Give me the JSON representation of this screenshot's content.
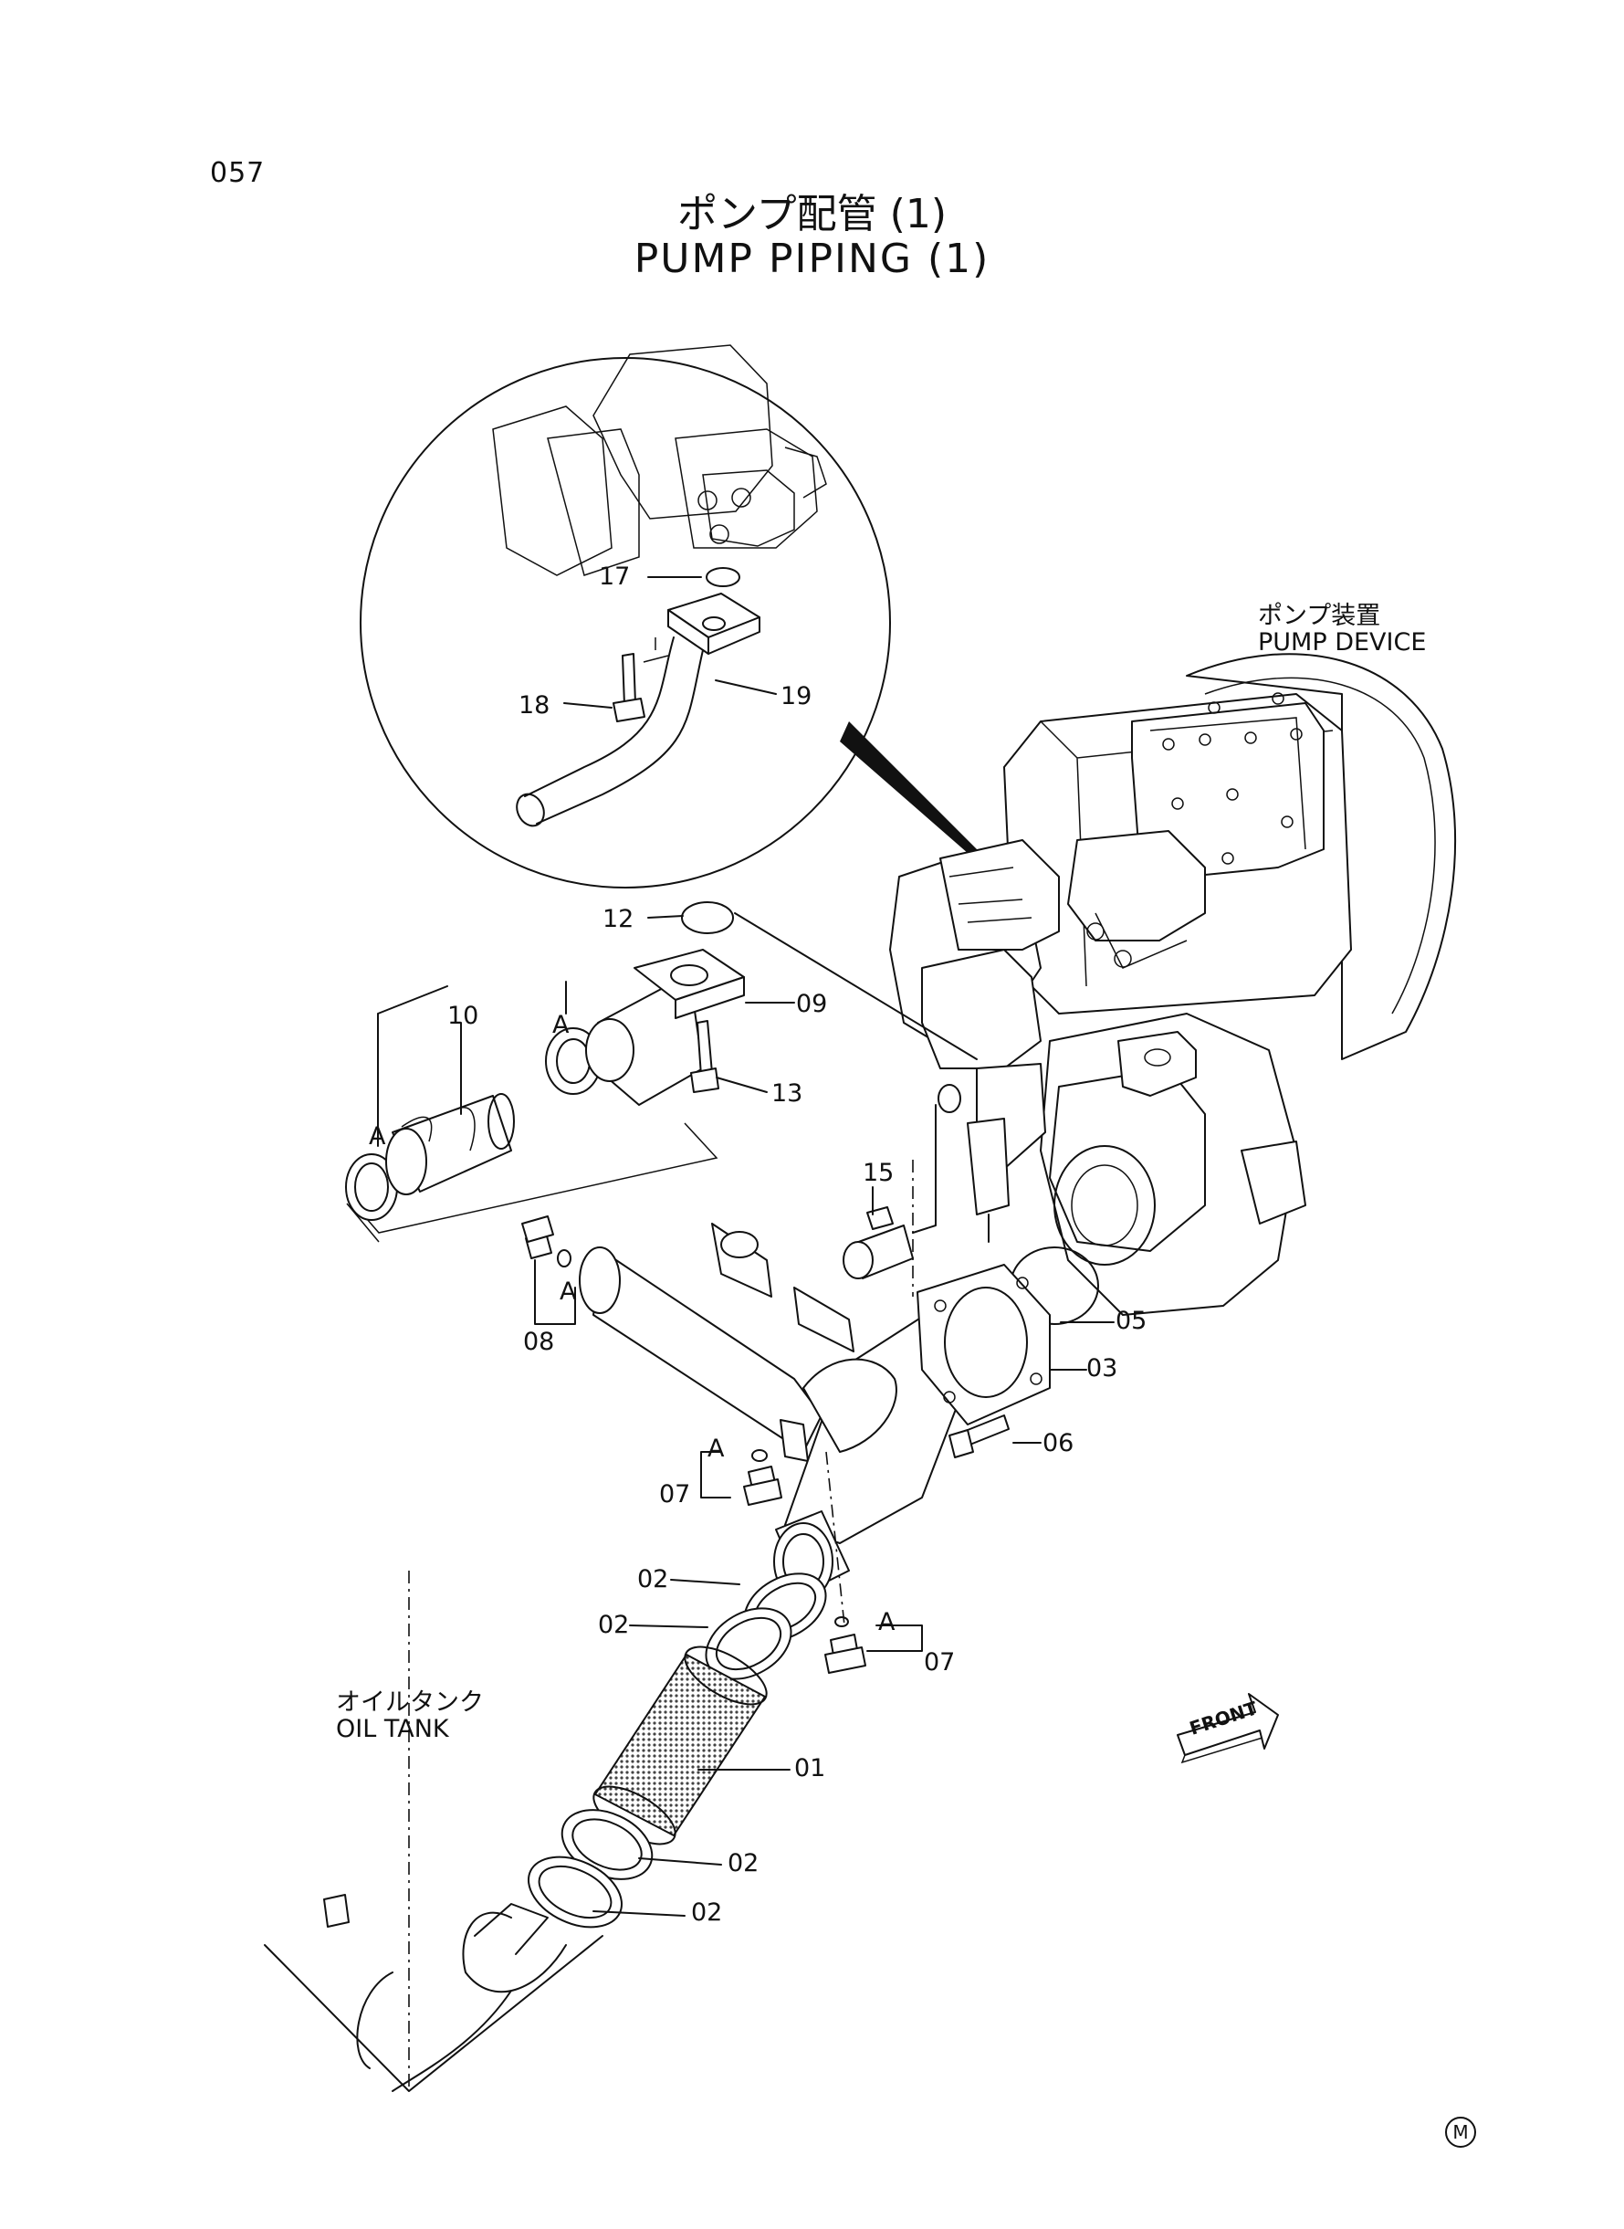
{
  "page_number": "057",
  "title_jp": "ポンプ配管 (1)",
  "title_en": "PUMP PIPING (1)",
  "labels": {
    "pump_device_jp": "ポンプ装置",
    "pump_device_en": "PUMP DEVICE",
    "oil_tank_jp": "オイルタンク",
    "oil_tank_en": "OIL TANK",
    "front": "FRONT",
    "corner_mark": "M"
  },
  "callouts": [
    {
      "id": "c17",
      "text": "17"
    },
    {
      "id": "c18",
      "text": "18"
    },
    {
      "id": "c19",
      "text": "19"
    },
    {
      "id": "c12",
      "text": "12"
    },
    {
      "id": "c10",
      "text": "10"
    },
    {
      "id": "cA1",
      "text": "A"
    },
    {
      "id": "c09",
      "text": "09"
    },
    {
      "id": "c13",
      "text": "13"
    },
    {
      "id": "cA2",
      "text": "A"
    },
    {
      "id": "c15",
      "text": "15"
    },
    {
      "id": "c08",
      "text": "08"
    },
    {
      "id": "cA3",
      "text": "A"
    },
    {
      "id": "c05",
      "text": "05"
    },
    {
      "id": "c03",
      "text": "03"
    },
    {
      "id": "c06",
      "text": "06"
    },
    {
      "id": "cA4",
      "text": "A"
    },
    {
      "id": "c07a",
      "text": "07"
    },
    {
      "id": "c02a",
      "text": "02"
    },
    {
      "id": "c02b",
      "text": "02"
    },
    {
      "id": "cA5",
      "text": "A"
    },
    {
      "id": "c07b",
      "text": "07"
    },
    {
      "id": "c01",
      "text": "01"
    },
    {
      "id": "c02c",
      "text": "02"
    },
    {
      "id": "c02d",
      "text": "02"
    }
  ]
}
